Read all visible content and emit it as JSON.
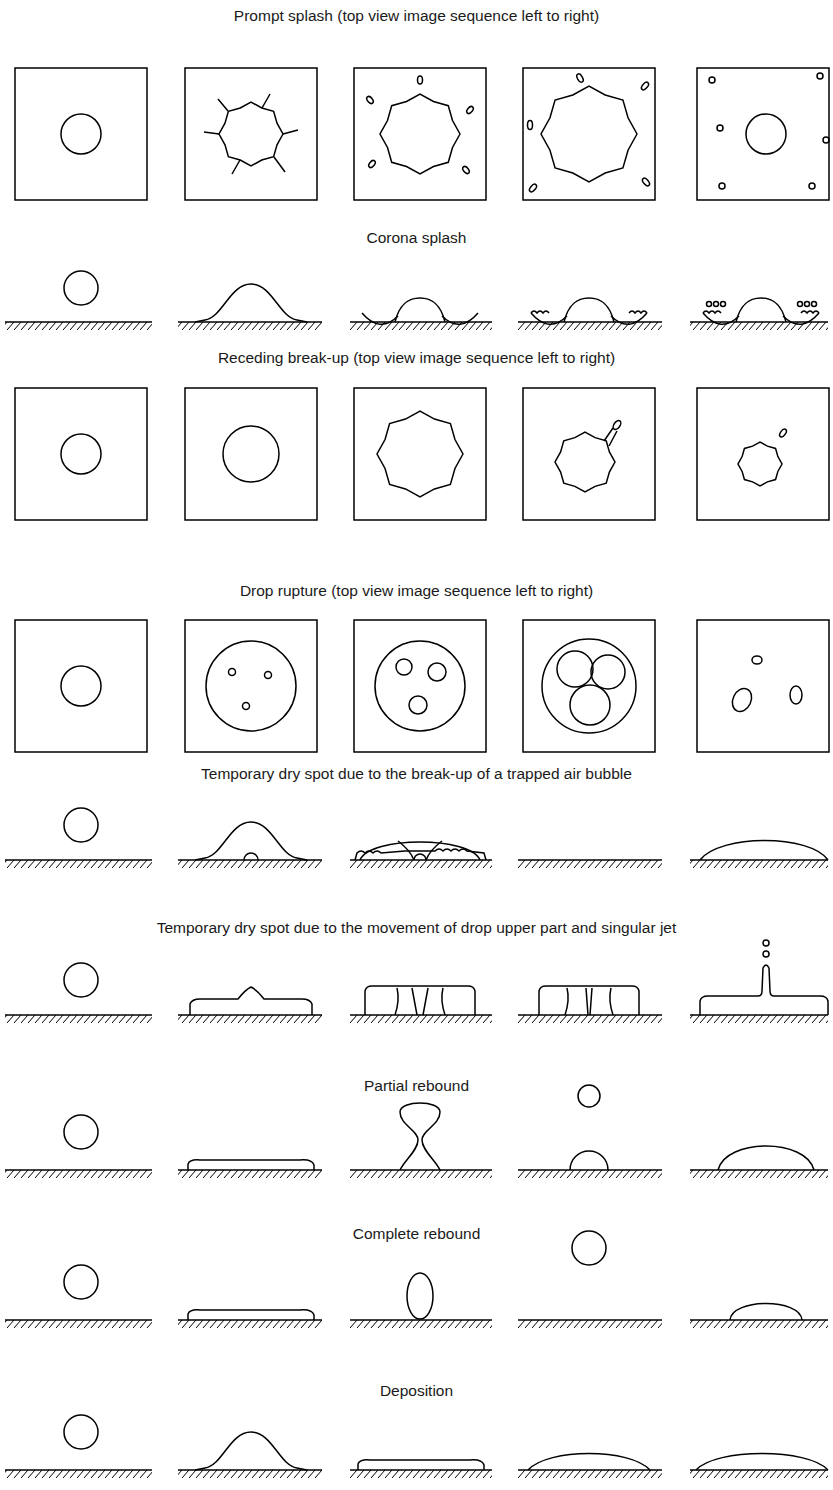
{
  "diagram": {
    "labels": [
      "Prompt splash (top view image sequence left to right)",
      "Corona splash",
      "Receding break-up (top view image sequence left to right)",
      "Drop rupture (top view image sequence left to right)",
      "Temporary dry spot due to the break-up of a trapped air bubble",
      "Temporary dry spot due to the movement of drop upper part and singular jet",
      "Partial rebound",
      "Complete rebound",
      "Deposition"
    ]
  }
}
